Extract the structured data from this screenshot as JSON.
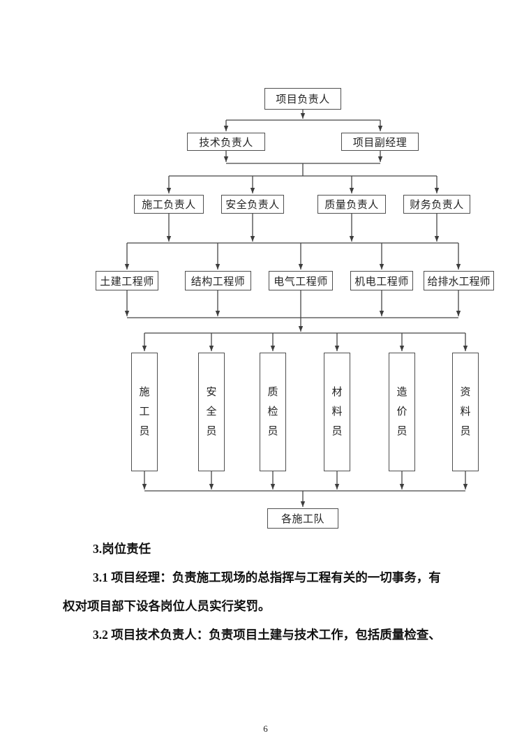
{
  "page_number": "6",
  "org_chart": {
    "level1": {
      "label": "项目负责人"
    },
    "level2": [
      {
        "label": "技术负责人"
      },
      {
        "label": "项目副经理"
      }
    ],
    "level3": [
      {
        "label": "施工负责人"
      },
      {
        "label": "安全负责人"
      },
      {
        "label": "质量负责人"
      },
      {
        "label": "财务负责人"
      }
    ],
    "level4": [
      {
        "label": "土建工程师"
      },
      {
        "label": "结构工程师"
      },
      {
        "label": "电气工程师"
      },
      {
        "label": "机电工程师"
      },
      {
        "label": "给排水工程师"
      }
    ],
    "staff": [
      {
        "label": "施工员"
      },
      {
        "label": "安全员"
      },
      {
        "label": "质检员"
      },
      {
        "label": "材料员"
      },
      {
        "label": "造价员"
      },
      {
        "label": "资料员"
      }
    ],
    "bottom": {
      "label": "各施工队"
    }
  },
  "body": {
    "heading": "3.岗位责任",
    "para1_line1": "3.1 项目经理：负责施工现场的总指挥与工程有关的一切事务，有",
    "para1_line2": "权对项目部下设各岗位人员实行奖罚。",
    "para2_line1": "3.2 项目技术负责人：负责项目土建与技术工作，包括质量检查、"
  },
  "line_color": "#454545"
}
